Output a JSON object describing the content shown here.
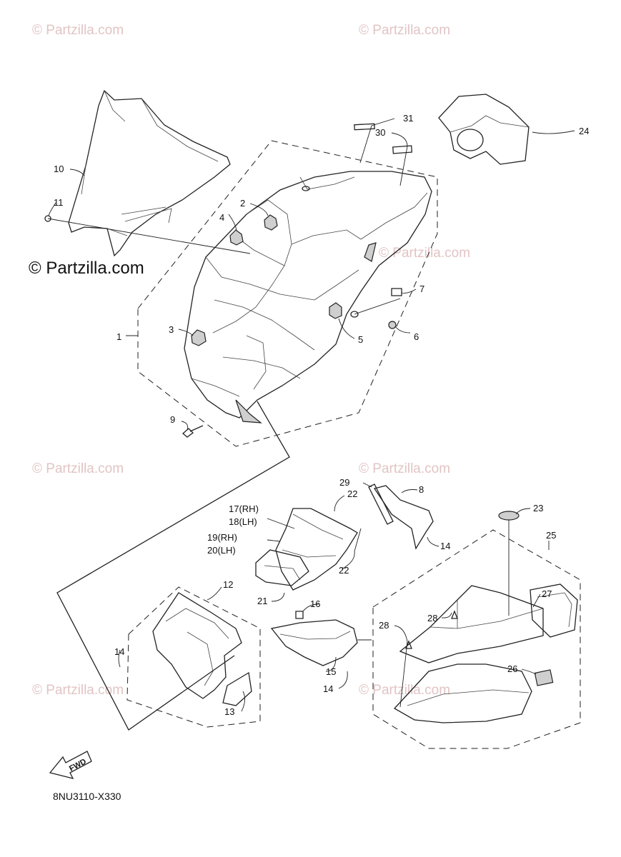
{
  "watermark": {
    "small": "© Partzilla.com",
    "main": "© Partzilla.com"
  },
  "callouts": {
    "c1": "1",
    "c2": "2",
    "c3": "3",
    "c4": "4",
    "c5": "5",
    "c6": "6",
    "c7": "7",
    "c8": "8",
    "c9": "9",
    "c10": "10",
    "c11": "11",
    "c12": "12",
    "c13": "13",
    "c14a": "14",
    "c14b": "14",
    "c14c": "14",
    "c15": "15",
    "c16": "16",
    "c17": "17(RH)",
    "c18": "18(LH)",
    "c19": "19(RH)",
    "c20": "20(LH)",
    "c21": "21",
    "c22a": "22",
    "c22b": "22",
    "c23": "23",
    "c24": "24",
    "c25": "25",
    "c26": "26",
    "c27": "27",
    "c28a": "28",
    "c28b": "28",
    "c29": "29",
    "c30": "30",
    "c31": "31"
  },
  "fwd_arrow": {
    "label": "FWD",
    "icon": "fwd-arrow-icon"
  },
  "diagram_code": "8NU3110-X330"
}
